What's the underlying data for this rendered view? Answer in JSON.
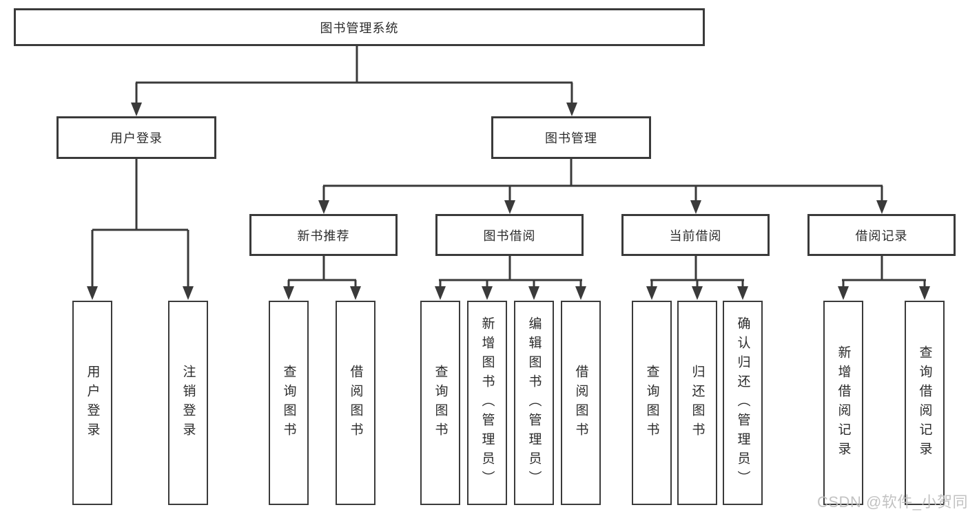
{
  "diagram": {
    "root": "图书管理系统",
    "user_branch": {
      "label": "用户登录",
      "leaves": [
        "用户登录",
        "注销登录"
      ]
    },
    "book_branch": {
      "label": "图书管理",
      "groups": [
        {
          "label": "新书推荐",
          "leaves": [
            "查询图书",
            "借阅图书"
          ]
        },
        {
          "label": "图书借阅",
          "leaves": [
            "查询图书",
            "新增图书（管理员）",
            "编辑图书（管理员）",
            "借阅图书"
          ]
        },
        {
          "label": "当前借阅",
          "leaves": [
            "查询图书",
            "归还图书",
            "确认归还（管理员）"
          ]
        },
        {
          "label": "借阅记录",
          "leaves": [
            "新增借阅记录",
            "查询借阅记录"
          ]
        }
      ]
    }
  },
  "watermark": "CSDN @软件_小贺同学",
  "colors": {
    "line": "#3a3a3a",
    "text": "#2c2c2c",
    "watermark": "#bdbdbd"
  }
}
